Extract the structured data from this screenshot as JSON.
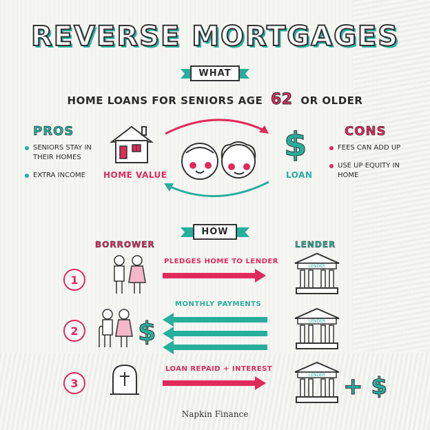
{
  "title": "REVERSE MORTGAGES",
  "what": {
    "ribbon_label": "WHAT",
    "subtitle_pre": "HOME LOANS FOR SENIORS AGE",
    "age": "62",
    "subtitle_post": "OR OLDER",
    "pros_heading": "PROS",
    "pros": [
      "SENIORS STAY IN THEIR HOMES",
      "EXTRA INCOME"
    ],
    "cons_heading": "CONS",
    "cons": [
      "FEES CAN ADD UP",
      "USE UP EQUITY IN HOME"
    ],
    "home_value_label": "HOME VALUE",
    "loan_label": "LOAN"
  },
  "how": {
    "ribbon_label": "HOW",
    "borrower_label": "BORROWER",
    "lender_label": "LENDER",
    "steps": [
      {
        "number": "1",
        "text": "PLEDGES HOME TO LENDER"
      },
      {
        "number": "2",
        "text": "MONTHLY PAYMENTS"
      },
      {
        "number": "3",
        "text": "LOAN REPAID + INTEREST"
      }
    ],
    "bank_label": "LENDER",
    "plus_dollar": "+ $"
  },
  "footer": "Napkin Finance",
  "colors": {
    "teal": "#27ae9c",
    "pink": "#e02a5c",
    "ink": "#333333"
  }
}
